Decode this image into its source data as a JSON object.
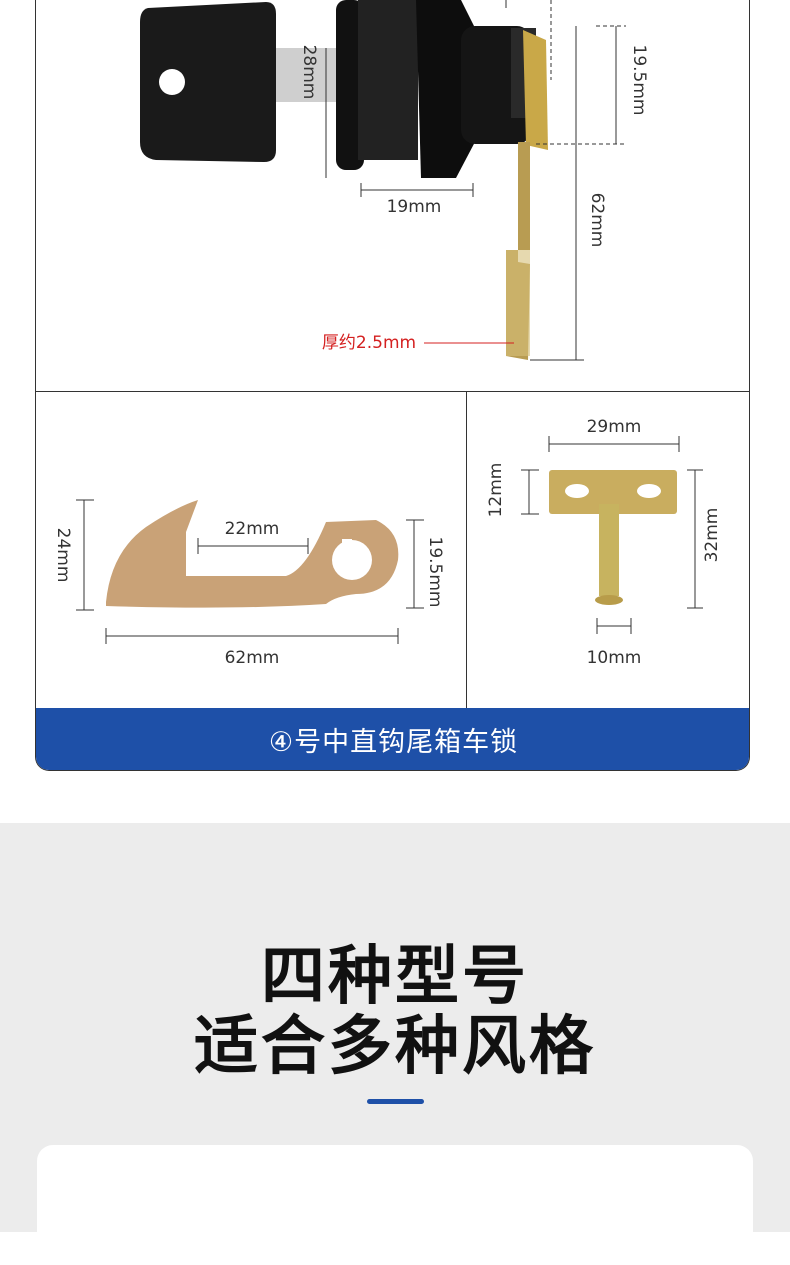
{
  "dimensions": {
    "top_width": "19mm",
    "top_body_height": "28mm",
    "top_cam_offset": "19.5mm",
    "top_cam_length": "62mm",
    "thickness": "厚约2.5mm",
    "hook_width": "22mm",
    "hook_height": "24mm",
    "hook_hole": "19.5mm",
    "hook_length": "62mm",
    "bracket_width": "29mm",
    "bracket_height": "12mm",
    "bracket_total": "32mm",
    "bracket_pin": "10mm"
  },
  "banner": {
    "label": "④号中直钩尾箱车锁"
  },
  "section": {
    "title_line1": "四种型号",
    "title_line2": "适合多种风格"
  },
  "colors": {
    "accent": "#1e50a8",
    "thickness_label": "#d42020"
  }
}
